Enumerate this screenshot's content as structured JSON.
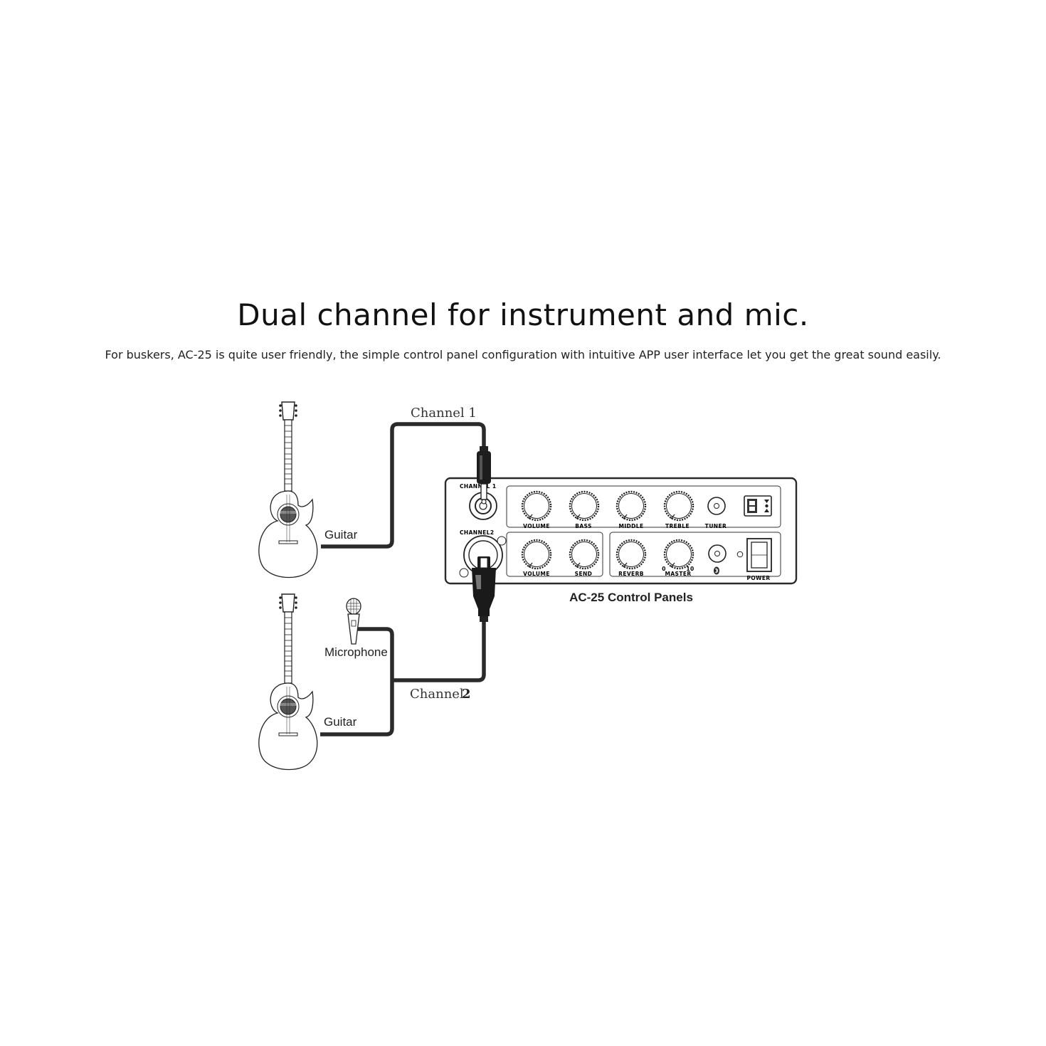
{
  "header": {
    "title": "Dual channel for instrument and mic.",
    "subtitle": "For buskers, AC-25 is quite user friendly, the simple control panel configuration with intuitive APP user interface let you get the great sound easily."
  },
  "diagram": {
    "channel1_label": "Channel 1",
    "channel2_word": "Channel",
    "channel2_num": "2",
    "guitar_label_1": "Guitar",
    "guitar_label_2": "Guitar",
    "microphone_label": "Microphone",
    "panel_caption": "AC-25 Control Panels",
    "panel": {
      "channel1_input": "CHANNEL 1",
      "channel2_input": "CHANNEL2",
      "row1_knobs": [
        "VOLUME",
        "BASS",
        "MIDDLE",
        "TREBLE"
      ],
      "tuner": "TUNER",
      "row2_knobs": [
        "VOLUME",
        "SEND",
        "REVERB",
        "MASTER"
      ],
      "master_min": "0",
      "master_max": "10",
      "power": "POWER"
    }
  }
}
